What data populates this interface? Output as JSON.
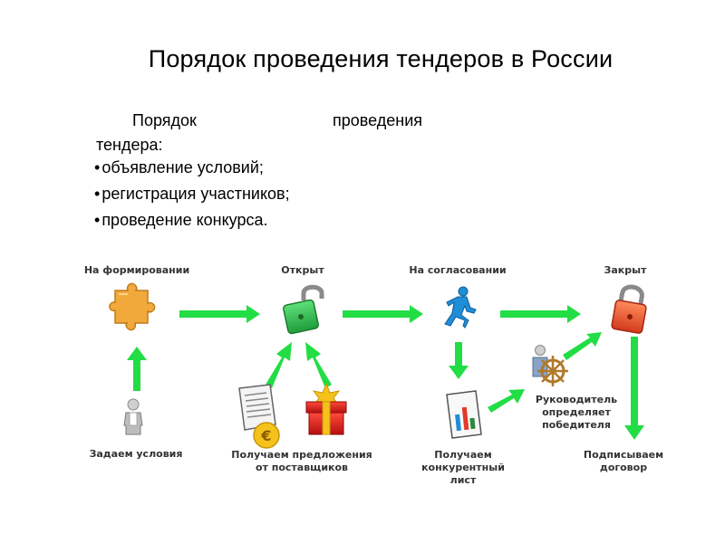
{
  "title": "Порядок проведения тендеров в России",
  "intro": {
    "line1_word1": "Порядок",
    "line1_word2": "проведения",
    "line2": "тендера:",
    "bullets": [
      "объявление условий;",
      "регистрация участников;",
      "проведение конкурса."
    ]
  },
  "diagram": {
    "stages": {
      "forming": "На формировании",
      "open": "Открыт",
      "approval": "На согласовании",
      "closed": "Закрыт"
    },
    "steps": {
      "set_conditions": "Задаем условия",
      "proposals_l1": "Получаем предложения",
      "proposals_l2": "от поставщиков",
      "competitive_l1": "Получаем",
      "competitive_l2": "конкурентный",
      "competitive_l3": "лист",
      "manager_l1": "Руководитель",
      "manager_l2": "определяет",
      "manager_l3": "победителя",
      "sign_l1": "Подписываем",
      "sign_l2": "договор"
    },
    "colors": {
      "arrow": "#22dd44",
      "open_lock": "#2fb84a",
      "closed_lock": "#e8502a",
      "puzzle": "#f2a93b",
      "runner": "#1f8ed6"
    }
  }
}
